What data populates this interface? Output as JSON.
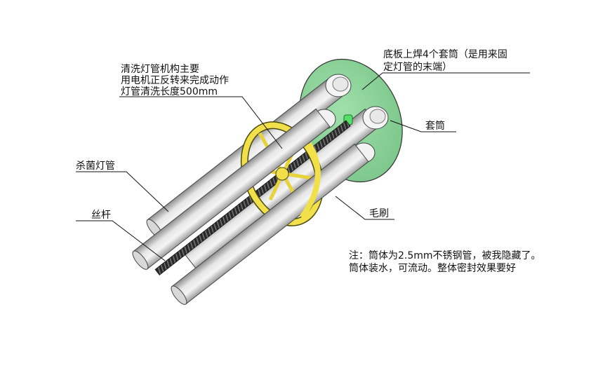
{
  "labels": {
    "cleaning_mechanism": [
      "清洗灯管机构主要",
      "用电机正反转来完成动作",
      "灯管清洗长度500mm"
    ],
    "base_plate": [
      "底板上焊4个套筒（是用来固",
      "定灯管的末端）"
    ],
    "sleeve": "套筒",
    "uv_lamp": "杀菌灯管",
    "screw_rod": "丝杆",
    "brush": "毛刷"
  },
  "note": [
    "注：筒体为2.5mm不锈钢管，被我隐藏了。",
    "筒体装水，可流动。整体密封效果要好"
  ],
  "colors": {
    "base_plate": "#8fd49b",
    "tube_light": "#efefef",
    "tube_dark": "#9a9a9a",
    "ring": "#f2e04a",
    "screw": "#222222",
    "motor_cap": "#55e06a"
  }
}
